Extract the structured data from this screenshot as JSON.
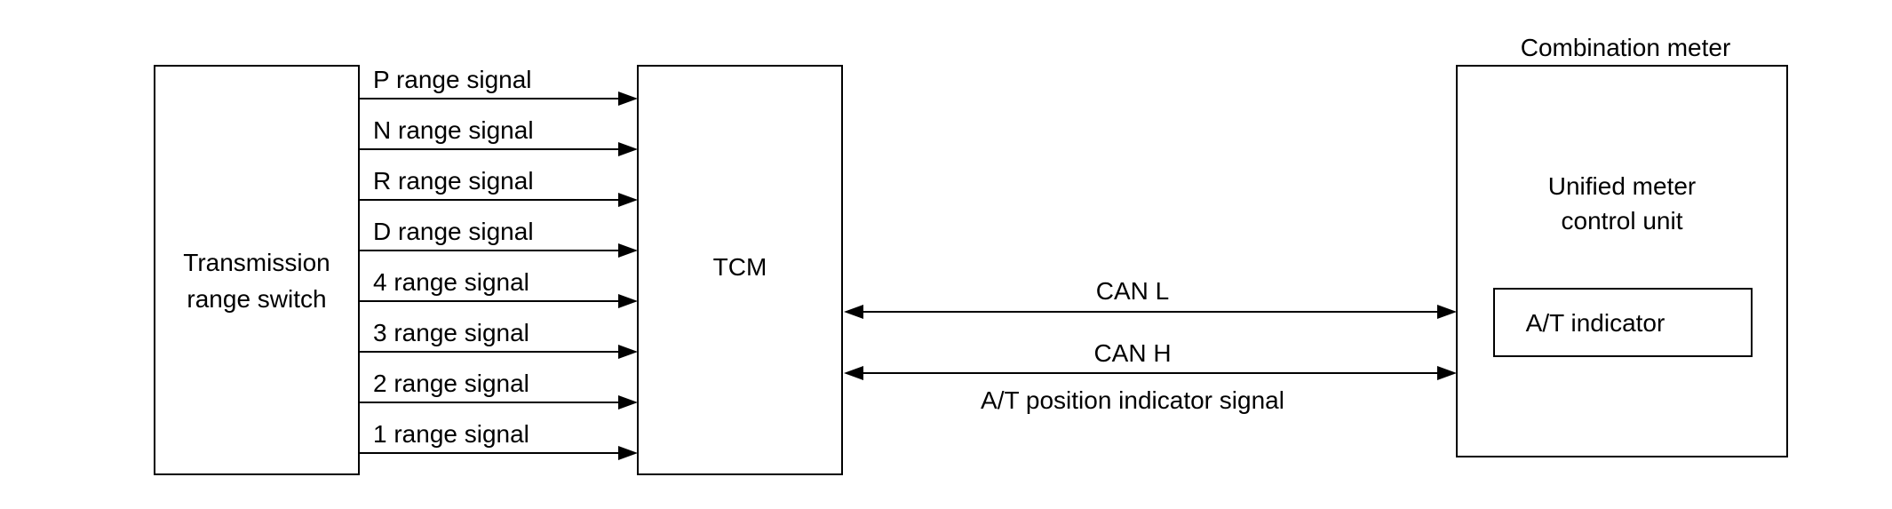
{
  "transmission_range_switch": {
    "label_line1": "Transmission",
    "label_line2": "range switch"
  },
  "tcm": {
    "label": "TCM"
  },
  "combination_meter": {
    "title": "Combination meter",
    "unit_line1": "Unified meter",
    "unit_line2": "control unit",
    "indicator": "A/T indicator"
  },
  "range_signals": [
    "P range signal",
    "N range signal",
    "R range signal",
    "D range signal",
    "4 range signal",
    "3 range signal",
    "2 range signal",
    "1 range signal"
  ],
  "can": {
    "can_l": "CAN L",
    "can_h": "CAN H",
    "note": "A/T position indicator signal"
  }
}
